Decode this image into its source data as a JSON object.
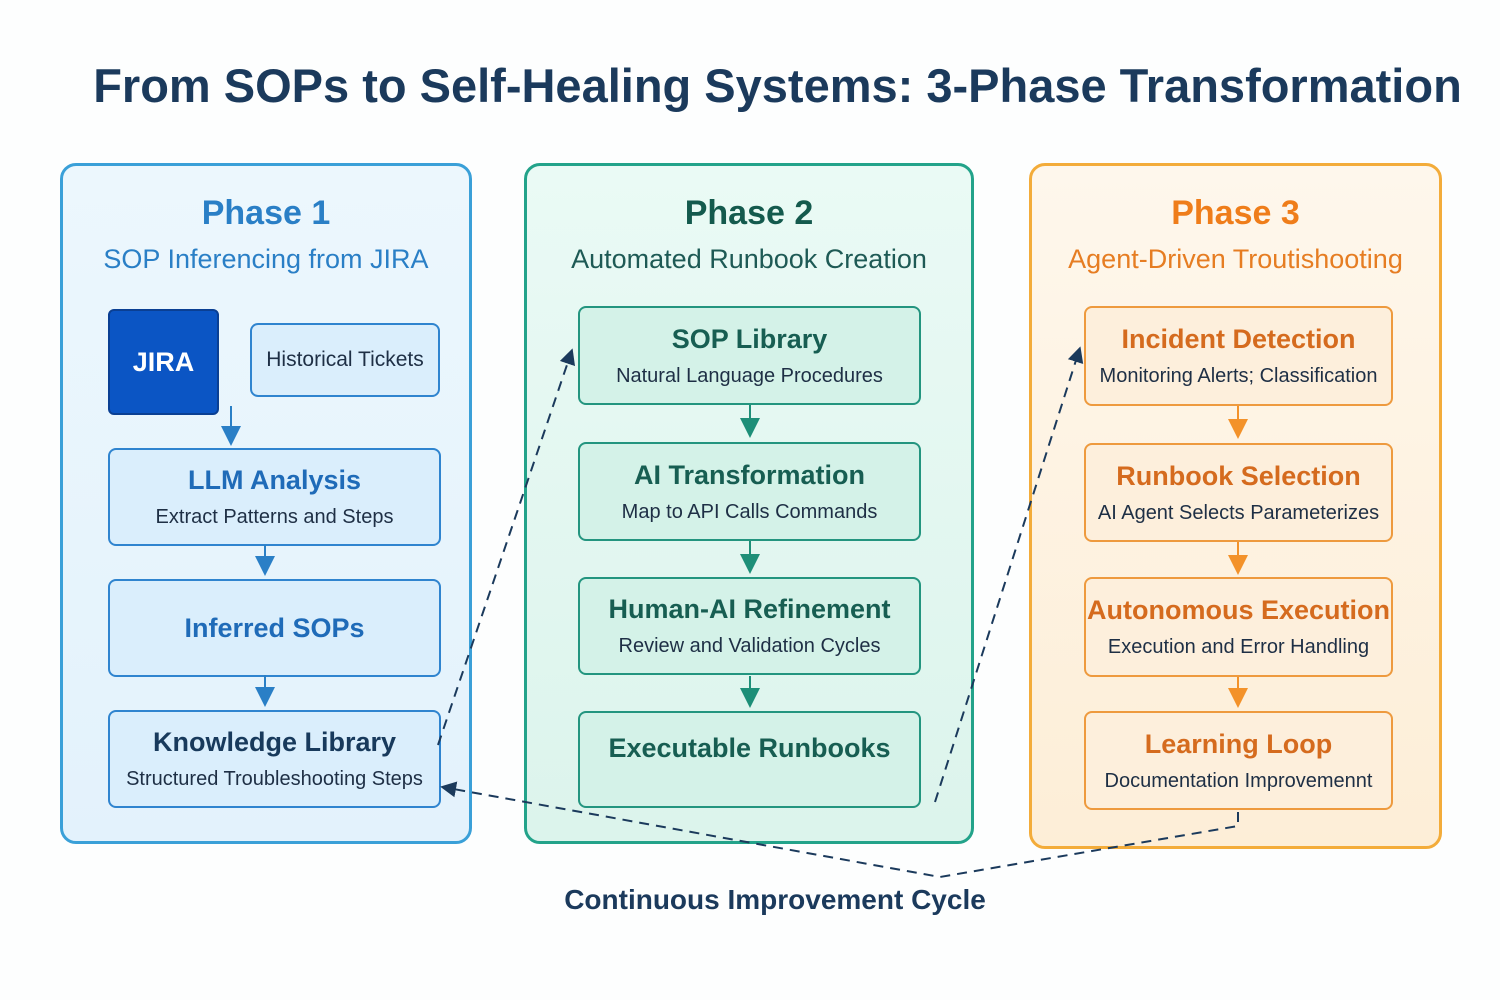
{
  "title": "From SOPs to Self-Healing Systems: 3-Phase Transformation",
  "phases": [
    {
      "title": "Phase 1",
      "subtitle": "SOP Inferencing from JIRA",
      "jira": "JIRA",
      "tickets": "Historical Tickets",
      "steps": [
        {
          "title": "LLM Analysis",
          "sub": "Extract Patterns and Steps"
        },
        {
          "title": "Inferred SOPs",
          "sub": ""
        },
        {
          "title": "Knowledge Library",
          "sub": "Structured Troubleshooting Steps"
        }
      ]
    },
    {
      "title": "Phase 2",
      "subtitle": "Automated Runbook Creation",
      "steps": [
        {
          "title": "SOP Library",
          "sub": "Natural Language Procedures"
        },
        {
          "title": "AI Transformation",
          "sub": "Map to API Calls Commands"
        },
        {
          "title": "Human-AI Refinement",
          "sub": "Review and Validation Cycles"
        },
        {
          "title": "Executable Runbooks",
          "sub": ""
        }
      ]
    },
    {
      "title": "Phase 3",
      "subtitle": "Agent-Driven Troutishooting",
      "steps": [
        {
          "title": "Incident Detection",
          "sub": "Monitoring Alerts; Classification"
        },
        {
          "title": "Runbook Selection",
          "sub": "AI Agent Selects Parameterizes"
        },
        {
          "title": "Autonomous Execution",
          "sub": "Execution and Error Handling"
        },
        {
          "title": "Learning Loop",
          "sub": "Documentation Improvemennt"
        }
      ]
    }
  ],
  "caption": "Continuous Improvement Cycle",
  "colors": {
    "phase1": "#2a7fc6",
    "phase2": "#23a38a",
    "phase3": "#f3ac3a",
    "dark": "#1b3a5c"
  }
}
